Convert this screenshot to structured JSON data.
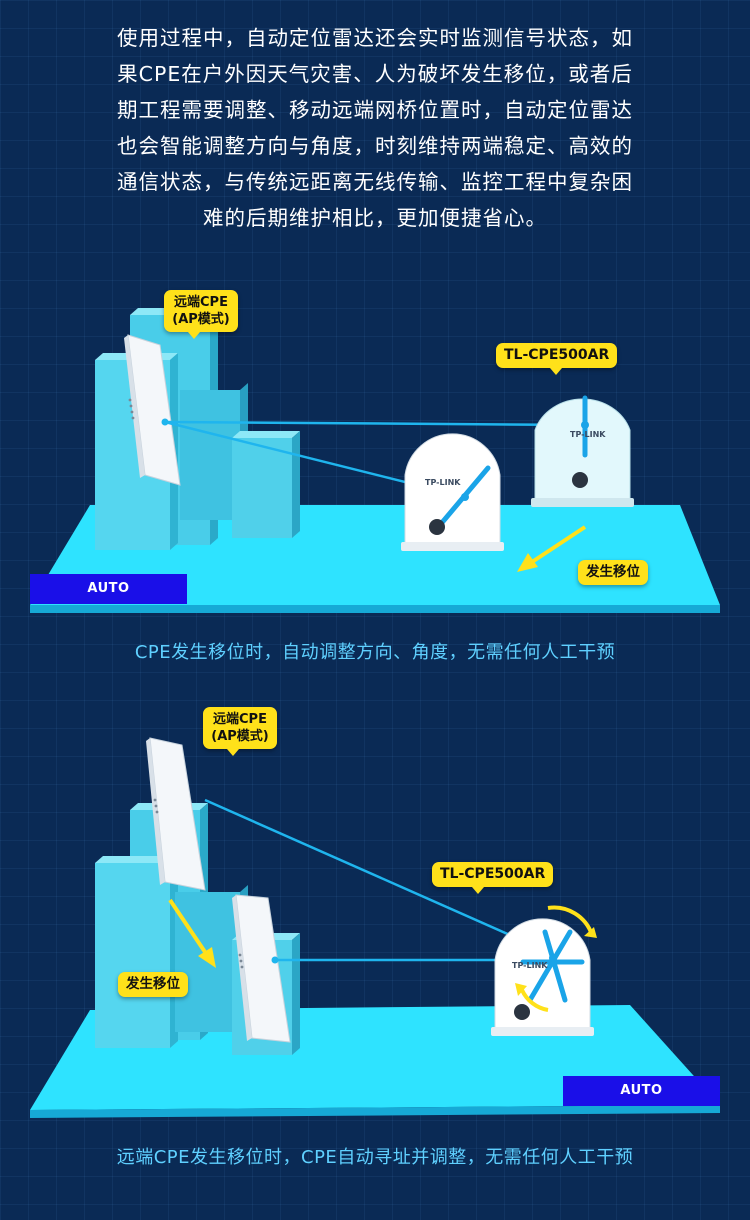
{
  "intro_lines": [
    "使用过程中，自动定位雷达还会实时监测信号状态，如",
    "果CPE在户外因天气灾害、人为破坏发生移位，或者后",
    "期工程需要调整、移动远端网桥位置时，自动定位雷达",
    "也会智能调整方向与角度，时刻维持两端稳定、高效的",
    "通信状态，与传统远距离无线传输、监控工程中复杂困",
    "难的后期维护相比，更加便捷省心。"
  ],
  "scene1": {
    "remote_label_line1": "远端CPE",
    "remote_label_line2": "(AP模式)",
    "model_label": "TL-CPE500AR",
    "shift_label": "发生移位",
    "auto_badge": "AUTO",
    "device_brand": "TP-LINK",
    "caption": "CPE发生移位时，自动调整方向、角度，无需任何人工干预"
  },
  "scene2": {
    "remote_label_line1": "远端CPE",
    "remote_label_line2": "(AP模式)",
    "model_label": "TL-CPE500AR",
    "shift_label": "发生移位",
    "auto_badge": "AUTO",
    "device_brand": "TP-LINK",
    "caption": "远端CPE发生移位时，CPE自动寻址并调整，无需任何人工干预"
  },
  "colors": {
    "background": "#0a2a55",
    "floor": "#2ee3ff",
    "building": "#4fd4f0",
    "label_yellow": "#ffe11a",
    "auto_blue": "#1a0fe8",
    "caption_cyan": "#5fd0ff"
  }
}
